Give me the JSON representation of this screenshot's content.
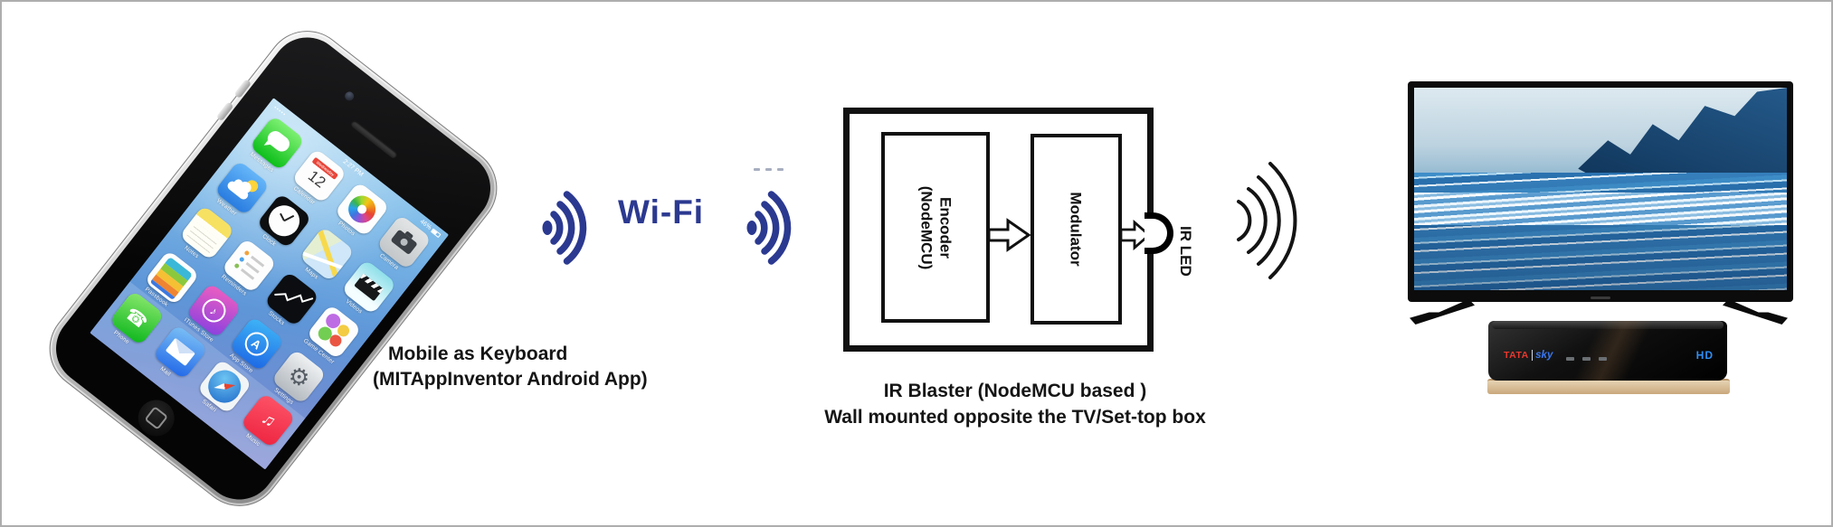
{
  "figure": {
    "type": "system-diagram",
    "accent_color": "#2b3990",
    "diagram_ink_color": "#111111"
  },
  "phone": {
    "caption": {
      "line1": "Mobile as Keyboard",
      "line2": "(MITAppInventor Android App)"
    },
    "status_bar": {
      "signal_dots": "•••••",
      "time": "2:27 PM",
      "battery": "46%"
    },
    "calendar": {
      "weekday": "Wednesday",
      "day": "12"
    },
    "home_icons": [
      {
        "label": "Messages"
      },
      {
        "label": "Calendar"
      },
      {
        "label": "Photos"
      },
      {
        "label": "Camera"
      },
      {
        "label": "Weather"
      },
      {
        "label": "Clock"
      },
      {
        "label": "Maps"
      },
      {
        "label": "Videos"
      },
      {
        "label": "Notes"
      },
      {
        "label": "Reminders"
      },
      {
        "label": "Stocks"
      },
      {
        "label": "Game Center"
      },
      {
        "label": "Passbook"
      },
      {
        "label": "iTunes Store"
      },
      {
        "label": "App Store"
      },
      {
        "label": "Settings"
      }
    ],
    "dock_icons": [
      {
        "label": "Phone"
      },
      {
        "label": "Mail"
      },
      {
        "label": "Safari"
      },
      {
        "label": "Music"
      }
    ],
    "appstore_glyph": "A",
    "itunes_glyph": "♪"
  },
  "wifi": {
    "label": "Wi-Fi",
    "color": "#2b3990"
  },
  "ir_blaster": {
    "encoder": {
      "line1": "Encoder",
      "line2": "(NodeMCU)"
    },
    "modulator_label": "Modulator",
    "ir_led_label": "IR LED",
    "caption": {
      "line1": "IR Blaster (NodeMCU based )",
      "line2": "Wall mounted opposite the TV/Set-top box"
    }
  },
  "set_top_box": {
    "brand_primary": "TATA",
    "brand_secondary": "sky",
    "badge": "HD",
    "brand_primary_color": "#e8382e",
    "brand_secondary_color": "#3a77ef"
  }
}
